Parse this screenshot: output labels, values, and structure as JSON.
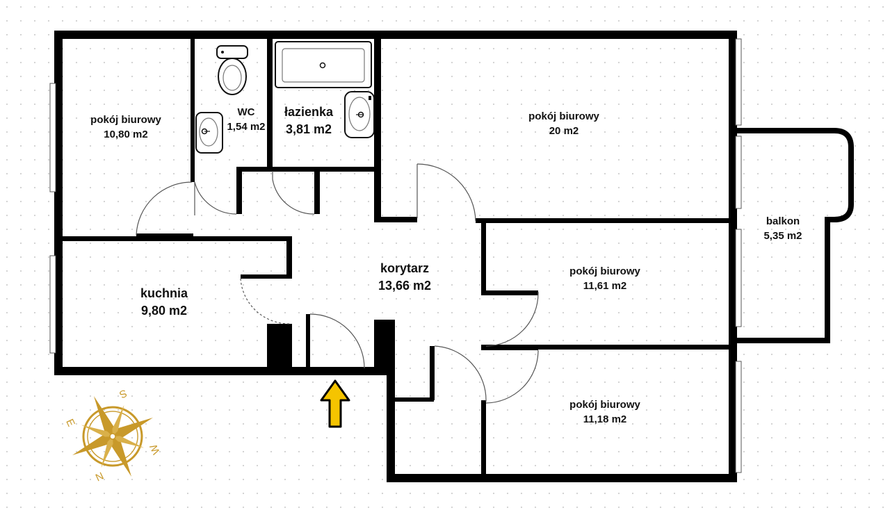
{
  "rooms": {
    "office1": {
      "name": "pokój biurowy",
      "area": "10,80 m2"
    },
    "wc": {
      "name": "WC",
      "area": "1,54 m2"
    },
    "bathroom": {
      "name": "łazienka",
      "area": "3,81 m2"
    },
    "office2": {
      "name": "pokój biurowy",
      "area": "20 m2"
    },
    "balcony": {
      "name": "balkon",
      "area": "5,35 m2"
    },
    "kitchen": {
      "name": "kuchnia",
      "area": "9,80 m2"
    },
    "corridor": {
      "name": "korytarz",
      "area": "13,66 m2"
    },
    "office3": {
      "name": "pokój biurowy",
      "area": "11,61 m2"
    },
    "office4": {
      "name": "pokój biurowy",
      "area": "11,18 m2"
    }
  },
  "compass": {
    "labels": [
      "S",
      "W",
      "N",
      "E"
    ],
    "color": "#c8992a"
  },
  "entrance_arrow": {
    "icon": "arrow-up-icon",
    "color": "#f5c400"
  },
  "colors": {
    "walls": "#000000",
    "grid_dots": "#d2d2d2"
  }
}
